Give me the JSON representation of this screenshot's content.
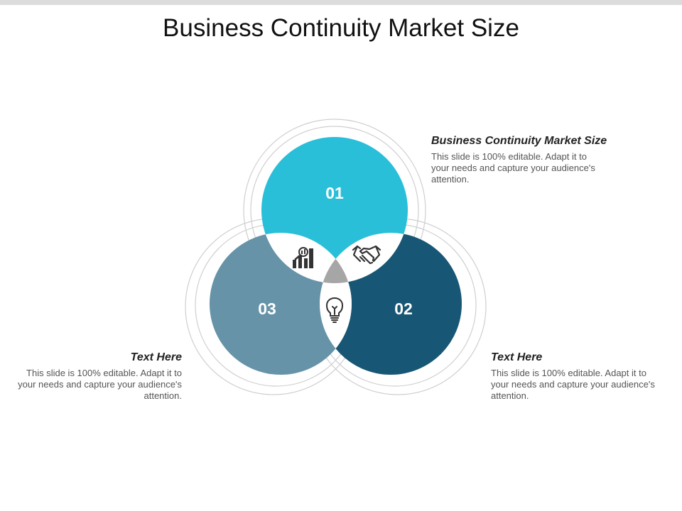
{
  "title": "Business Continuity Market Size",
  "circles": [
    {
      "number": "01",
      "color": "#29bfd9"
    },
    {
      "number": "02",
      "color": "#175674"
    },
    {
      "number": "03",
      "color": "#6693a8"
    }
  ],
  "center_color": "#a6a6a6",
  "icons": [
    "analytics-chart-icon",
    "handshake-icon",
    "lightbulb-icon"
  ],
  "blocks": {
    "top_right": {
      "heading": "Business Continuity Market Size",
      "body": "This slide is 100% editable. Adapt it to your needs and capture your audience's attention."
    },
    "bottom_left": {
      "heading": "Text Here",
      "body": "This slide is 100% editable. Adapt it to your needs and capture your audience's attention."
    },
    "bottom_right": {
      "heading": "Text Here",
      "body": "This slide is 100% editable. Adapt it to your needs and capture your audience's attention."
    }
  }
}
